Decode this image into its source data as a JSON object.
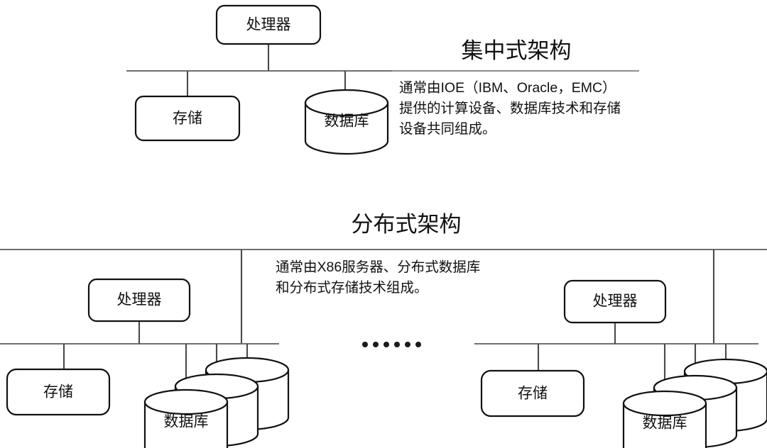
{
  "diagram": {
    "title_hidden": "",
    "sections": [
      {
        "id": "centralized",
        "title": "集中式架构",
        "description_lines": [
          "通常由IOE（IBM、Oracle，EMC）",
          "提供的计算设备、数据库技术和存储",
          "设备共同组成。"
        ],
        "nodes": {
          "processor": "处理器",
          "storage": "存储",
          "database": "数据库"
        }
      },
      {
        "id": "distributed",
        "title": "分布式架构",
        "description_lines": [
          "通常由X86服务器、分布式数据库",
          "和分布式存储技术组成。"
        ],
        "ellipsis": "••••••",
        "clusters": [
          {
            "id": "cluster-left",
            "processor": "处理器",
            "storage": "存储",
            "database": "数据库",
            "database_stack_count": 3
          },
          {
            "id": "cluster-right",
            "processor": "处理器",
            "storage": "存储",
            "database": "数据库",
            "database_stack_count": 3
          }
        ]
      }
    ],
    "colors": {
      "stroke": "#111111",
      "bus": "#6f6f6f",
      "rule": "#8d8d8d",
      "background": "#ffffff",
      "text": "#111111"
    }
  }
}
